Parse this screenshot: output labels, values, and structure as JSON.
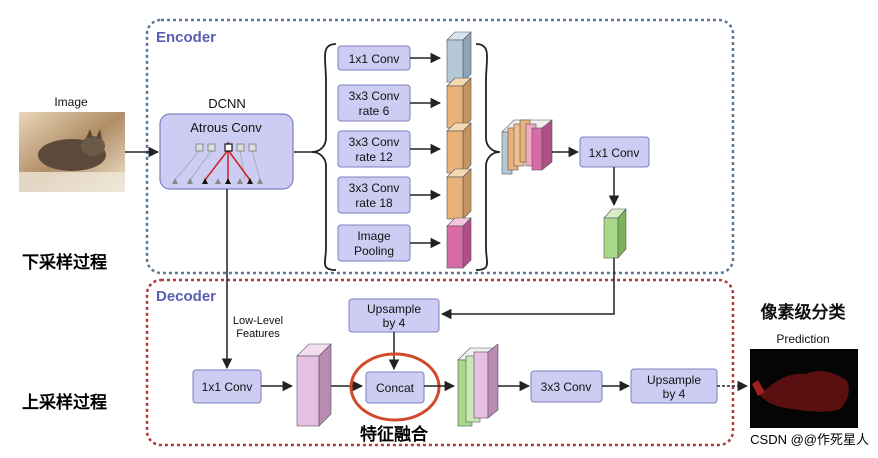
{
  "encoder": {
    "title": "Encoder"
  },
  "decoder": {
    "title": "Decoder"
  },
  "input": {
    "label": "Image"
  },
  "dcnn": {
    "label": "DCNN",
    "block": "Atrous Conv"
  },
  "aspp": {
    "branches": [
      {
        "line1": "1x1 Conv",
        "line2": ""
      },
      {
        "line1": "3x3 Conv",
        "line2": "rate 6"
      },
      {
        "line1": "3x3 Conv",
        "line2": "rate 12"
      },
      {
        "line1": "3x3 Conv",
        "line2": "rate 18"
      },
      {
        "line1": "Image",
        "line2": "Pooling"
      }
    ]
  },
  "encoder_conv": "1x1 Conv",
  "upsample1": {
    "line1": "Upsample",
    "line2": "by 4"
  },
  "low_level": {
    "line1": "Low-Level",
    "line2": "Features"
  },
  "decoder_conv": "1x1 Conv",
  "concat": "Concat",
  "conv3x3": "3x3 Conv",
  "upsample2": {
    "line1": "Upsample",
    "line2": "by 4"
  },
  "prediction": {
    "label": "Prediction"
  },
  "annotations": {
    "downsample": "下采样过程",
    "upsample": "上采样过程",
    "fusion": "特征融合",
    "pixel_class": "像素级分类"
  },
  "watermark": "CSDN @@作死星人",
  "colors": {
    "box_fill": "#cdcdf4",
    "box_stroke": "#7f7fbf",
    "encoder_border": "#5c7896",
    "decoder_border": "#b03a3a",
    "accent_red": "#d14a2a",
    "label_blue": "#3a62b8"
  }
}
